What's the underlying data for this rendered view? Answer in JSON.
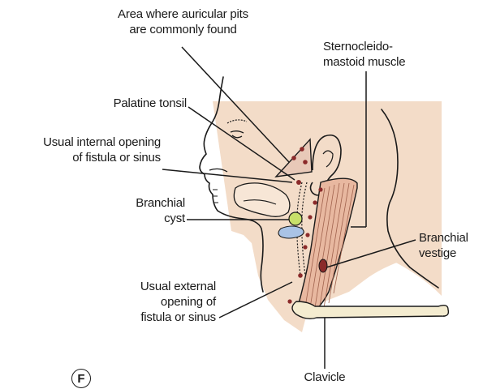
{
  "figure": {
    "panel_letter": "F",
    "labels": {
      "auricular_pits": [
        "Area where auricular pits",
        "are commonly found"
      ],
      "scm": [
        "Sternocleido-",
        "mastoid muscle"
      ],
      "palatine_tonsil": [
        "Palatine tonsil"
      ],
      "internal_opening": [
        "Usual internal opening",
        "of fistula or sinus"
      ],
      "branchial_cyst": [
        "Branchial",
        "cyst"
      ],
      "branchial_vestige": [
        "Branchial",
        "vestige"
      ],
      "external_opening": [
        "Usual external",
        "opening of",
        "fistula or sinus"
      ],
      "clavicle": [
        "Clavicle"
      ]
    },
    "colors": {
      "skin": "#f3dcc8",
      "muscle": "#e8b8a0",
      "muscle_stripe": "#a0624d",
      "dot": "#8b2a2a",
      "cyst": "#c8e06a",
      "blue_structure": "#a9c3e6",
      "clavicle": "#f4ecd0",
      "outline": "#1a1a1a"
    }
  }
}
